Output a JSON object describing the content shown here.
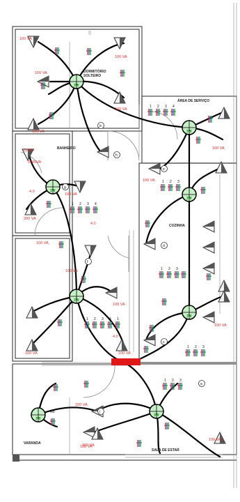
{
  "rooms": {
    "dormitorio": "DORMITÓRIO\nSOLTEIRO",
    "area_servico": "ÁREA DE SERVIÇO",
    "banheiro": "BANHEIRO",
    "cozinha": "COZINHA",
    "varanda": "VARANDA",
    "sala_estar": "SALA DE ESTAR"
  },
  "loads": {
    "va100": "100 VA",
    "chuv": "CHUV",
    "chuv_power": "5500VA",
    "fourzero": "4.0",
    "ab": "AB",
    "va300": "300 VA"
  },
  "lamp_label": "3W",
  "circuit_numbers": [
    "1",
    "2",
    "3",
    "4"
  ],
  "switch_letters": [
    "a",
    "b",
    "c",
    "d",
    "e",
    "f",
    "g",
    "h",
    "i"
  ],
  "colors": {
    "wire": "#000000",
    "lamp": "#c8f0c8",
    "load_text": "#e0302a",
    "phase": "#e02020",
    "neutral": "#2060e0",
    "ground": "#20a020",
    "panel": "#e01818"
  }
}
